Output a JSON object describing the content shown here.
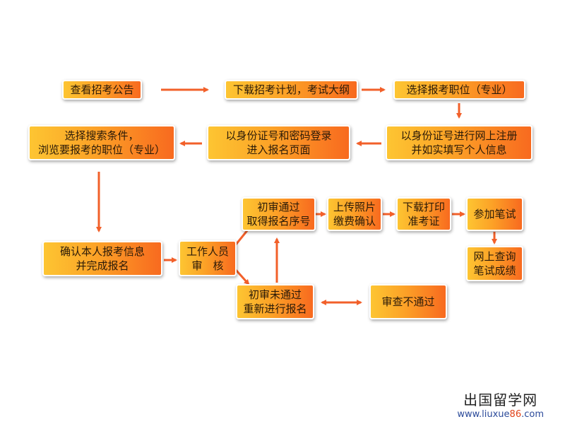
{
  "steps": {
    "s1": [
      "查看招考公告"
    ],
    "s2": [
      "下载招考计划，考试大纲"
    ],
    "s3": [
      "选择报考职位（专业）"
    ],
    "s4": [
      "以身份证号进行网上注册",
      "并如实填写个人信息"
    ],
    "s5": [
      "以身份证号和密码登录",
      "进入报名页面"
    ],
    "s6": [
      "选择搜索条件，",
      "浏览要报考的职位（专业）"
    ],
    "s7": [
      "确认本人报考信息",
      "并完成报名"
    ],
    "s8": [
      "工作人员",
      "审　核"
    ],
    "s9": [
      "初审通过",
      "取得报名序号"
    ],
    "s10": [
      "上传照片",
      "缴费确认"
    ],
    "s11": [
      "下载打印",
      "准考证"
    ],
    "s12": [
      "参加笔试"
    ],
    "s13": [
      "网上查询",
      "笔试成绩"
    ],
    "s14": [
      "初审未通过",
      "重新进行报名"
    ],
    "s15": [
      "审查不通过"
    ]
  },
  "watermark": {
    "name": "出国留学网",
    "url_a": "www.liuxue",
    "url_b": "86",
    "url_c": ".com"
  },
  "colors": {
    "arrow": "#f2602a",
    "box_start": "#fdc532",
    "box_end": "#f86a1f"
  }
}
